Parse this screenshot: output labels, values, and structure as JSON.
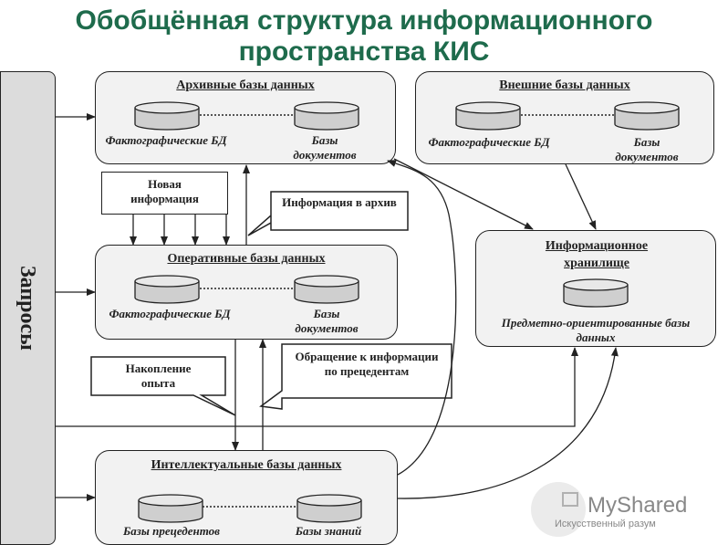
{
  "title": {
    "line1": "Обобщённая структура информационного",
    "line2": "пространства КИС"
  },
  "sidebar": {
    "label": "Запросы"
  },
  "archive": {
    "title": "Архивные базы данных",
    "left": "Фактографические БД",
    "right": "Базы документов"
  },
  "external": {
    "title": "Внешние базы данных",
    "left": "Фактографические БД",
    "right": "Базы документов"
  },
  "operative": {
    "title": "Оперативные базы данных",
    "left": "Фактографические БД",
    "right": "Базы документов"
  },
  "warehouse": {
    "title": "Информационное хранилище",
    "subtitle": "Предметно-ориентированные базы данных"
  },
  "intellectual": {
    "title": "Интеллектуальные базы данных",
    "left": "Базы прецедентов",
    "right": "Базы знаний"
  },
  "callouts": {
    "new_info": "Новая информация",
    "to_archive": "Информация в архив",
    "experience": "Накопление опыта",
    "precedents": "Обращение к информации по прецедентам"
  },
  "watermark": {
    "brand": "MyShared",
    "sub": "Искусственный разум"
  }
}
